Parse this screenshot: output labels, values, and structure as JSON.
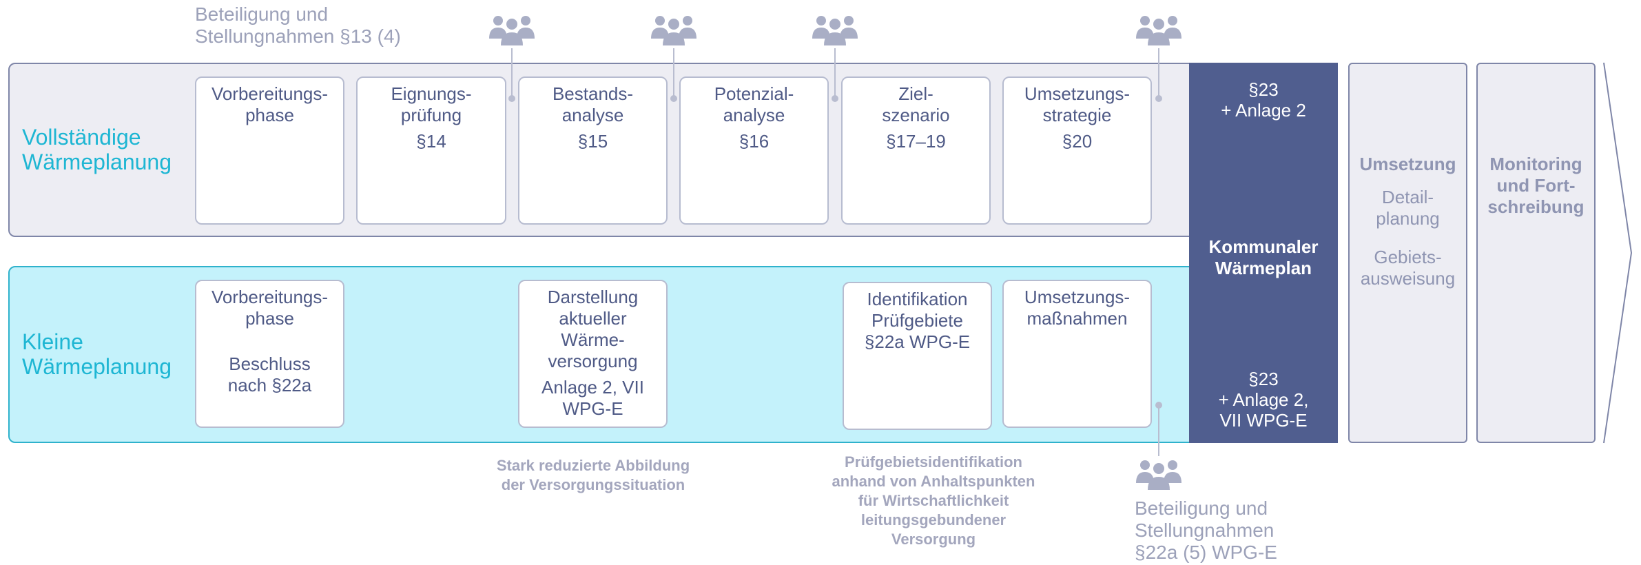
{
  "top_participation": {
    "label": "Beteiligung und\nStellungnahmen §13 (4)"
  },
  "full_planning": {
    "title": "Vollständige\nWärmeplanung",
    "phases": [
      {
        "name": "Vorbereitungs-\nphase",
        "ref": ""
      },
      {
        "name": "Eignungs-\nprüfung",
        "ref": "§14"
      },
      {
        "name": "Bestands-\nanalyse",
        "ref": "§15"
      },
      {
        "name": "Potenzial-\nanalyse",
        "ref": "§16"
      },
      {
        "name": "Ziel-\nszenario",
        "ref": "§17–19"
      },
      {
        "name": "Umsetzungs-\nstrategie",
        "ref": "§20"
      }
    ]
  },
  "small_planning": {
    "title": "Kleine\nWärmeplanung",
    "phases": [
      {
        "name": "Vorbereitungs-\nphase",
        "ref": "Beschluss\nnach §22a"
      },
      {
        "name": "Darstellung\naktueller\nWärme-\nversorgung",
        "ref": "Anlage 2, VII\nWPG-E"
      },
      {
        "name": "Identifikation\nPrüfgebiete\n§22a WPG-E",
        "ref": ""
      },
      {
        "name": "Umsetzungs-\nmaßnahmen",
        "ref": ""
      }
    ]
  },
  "plan": {
    "top": "§23\n+ Anlage 2",
    "title": "Kommunaler\nWärmeplan",
    "bottom": "§23\n+ Anlage 2,\nVII WPG-E"
  },
  "implementation": {
    "title": "Umsetzung",
    "items": [
      "Detail-\nplanung",
      "Gebiets-\nausweisung"
    ]
  },
  "monitoring": {
    "title": "Monitoring\nund Fort-\nschreibung"
  },
  "notes": {
    "reduced": "Stark reduzierte Abbildung\nder Versorgungssituation",
    "identification": "Prüfgebietsidentifikation\nanhand von Anhaltspunkten\nfür Wirtschaftlichkeit\nleitungsgebundener\nVersorgung"
  },
  "bottom_participation": {
    "label": "Beteiligung und\nStellungnahmen\n§22a (5) WPG-E"
  },
  "icons": {
    "participation": "people-group-icon",
    "flow": "arrow-right-icon"
  },
  "colors": {
    "accent": "#1eb6d3",
    "plan": "#505e8f",
    "band_full": "#ededf3",
    "band_small": "#c4f2fb"
  }
}
